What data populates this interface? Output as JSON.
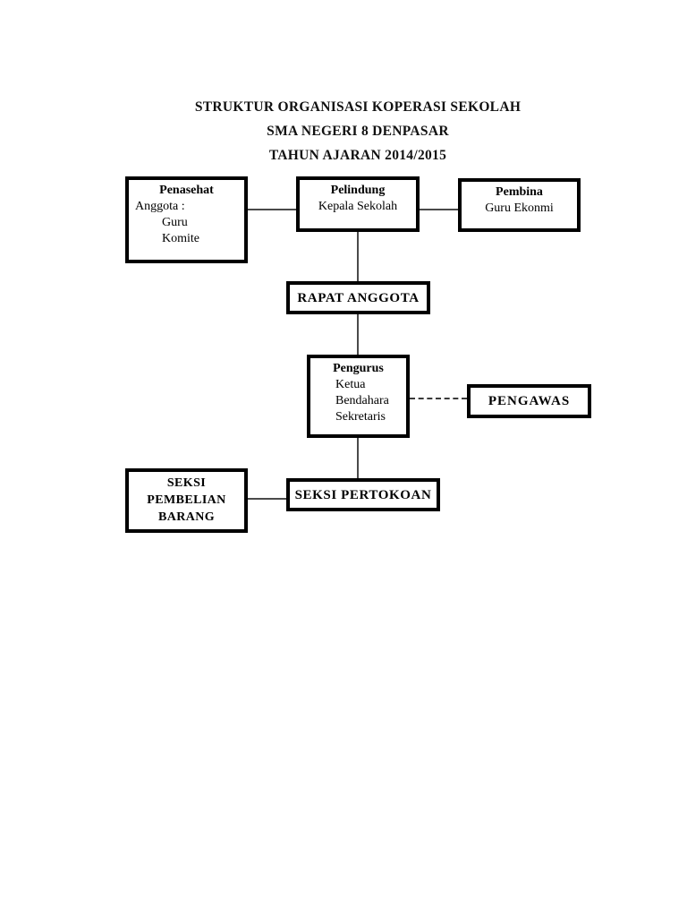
{
  "title": {
    "line1": "STRUKTUR ORGANISASI KOPERASI SEKOLAH",
    "line2": "SMA NEGERI 8 DENPASAR",
    "line3": "TAHUN AJARAN 2014/2015"
  },
  "nodes": {
    "penasehat": {
      "title": "Penasehat",
      "line1": "Anggota :",
      "line2": "Guru",
      "line3": "Komite"
    },
    "pelindung": {
      "title": "Pelindung",
      "subtitle": "Kepala Sekolah"
    },
    "pembina": {
      "title": "Pembina",
      "subtitle": "Guru Ekonmi"
    },
    "rapat_anggota": {
      "title": "RAPAT ANGGOTA"
    },
    "pengurus": {
      "title": "Pengurus",
      "line1": "Ketua",
      "line2": "Bendahara",
      "line3": "Sekretaris"
    },
    "pengawas": {
      "title": "PENGAWAS"
    },
    "seksi_pembelian_barang": {
      "line1": "SEKSI",
      "line2": "PEMBELIAN",
      "line3": "BARANG"
    },
    "seksi_pertokoan": {
      "title": "SEKSI PERTOKOAN"
    }
  },
  "edges": [
    {
      "from": "penasehat",
      "to": "pelindung",
      "style": "solid"
    },
    {
      "from": "pelindung",
      "to": "pembina",
      "style": "solid"
    },
    {
      "from": "pelindung",
      "to": "rapat_anggota",
      "style": "solid"
    },
    {
      "from": "rapat_anggota",
      "to": "pengurus",
      "style": "solid"
    },
    {
      "from": "pengurus",
      "to": "pengawas",
      "style": "dashed"
    },
    {
      "from": "pengurus",
      "to": "seksi_pertokoan",
      "style": "solid"
    },
    {
      "from": "seksi_pembelian_barang",
      "to": "seksi_pertokoan",
      "style": "solid"
    }
  ],
  "colors": {
    "page_background": "#ffffff",
    "box_border": "#000000",
    "text": "#000000",
    "connector": "#4a4a4a"
  }
}
